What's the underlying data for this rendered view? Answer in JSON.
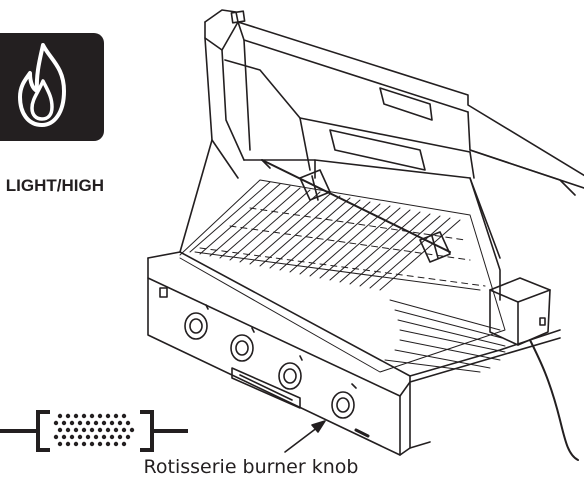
{
  "setting": {
    "label": "LIGHT/HIGH",
    "icon": "flame-icon",
    "icon_bg_color": "#231f20"
  },
  "burner_symbol": {
    "icon": "rotisserie-burner-icon"
  },
  "grill_illustration": {
    "icon": "grill-with-rotisserie-illustration"
  },
  "callout": {
    "label": "Rotisserie burner knob"
  }
}
